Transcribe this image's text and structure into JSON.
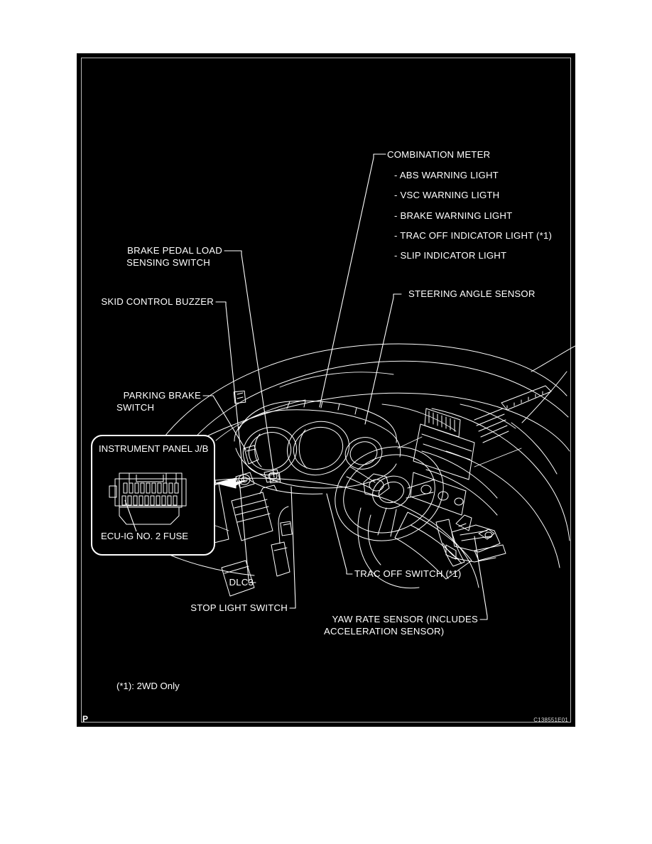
{
  "figure": {
    "page_mark": "P",
    "figure_code": "C138551E01",
    "footnote": "(*1): 2WD Only",
    "background_color": "#000000",
    "line_color": "#ffffff"
  },
  "callouts": {
    "combination_meter": {
      "title": "COMBINATION METER",
      "items": [
        "- ABS WARNING LIGHT",
        "- VSC WARNING LIGTH",
        "- BRAKE WARNING LIGHT",
        "- TRAC OFF INDICATOR LIGHT (*1)",
        "- SLIP INDICATOR LIGHT"
      ]
    },
    "steering_angle_sensor": "STEERING ANGLE SENSOR",
    "brake_pedal_load_sensing_switch_line1": "BRAKE PEDAL LOAD",
    "brake_pedal_load_sensing_switch_line2": "SENSING SWITCH",
    "skid_control_buzzer": "SKID CONTROL BUZZER",
    "parking_brake_switch_line1": "PARKING BRAKE",
    "parking_brake_switch_line2": "SWITCH",
    "dlc3": "DLC3",
    "stop_light_switch": "STOP LIGHT SWITCH",
    "trac_off_switch": "TRAC OFF SWITCH (*1)",
    "yaw_rate_sensor_line1": "YAW RATE SENSOR (INCLUDES",
    "yaw_rate_sensor_line2": "ACCELERATION SENSOR)"
  },
  "inset": {
    "title": "INSTRUMENT PANEL J/B",
    "fuse_label": "ECU-IG NO. 2 FUSE"
  }
}
